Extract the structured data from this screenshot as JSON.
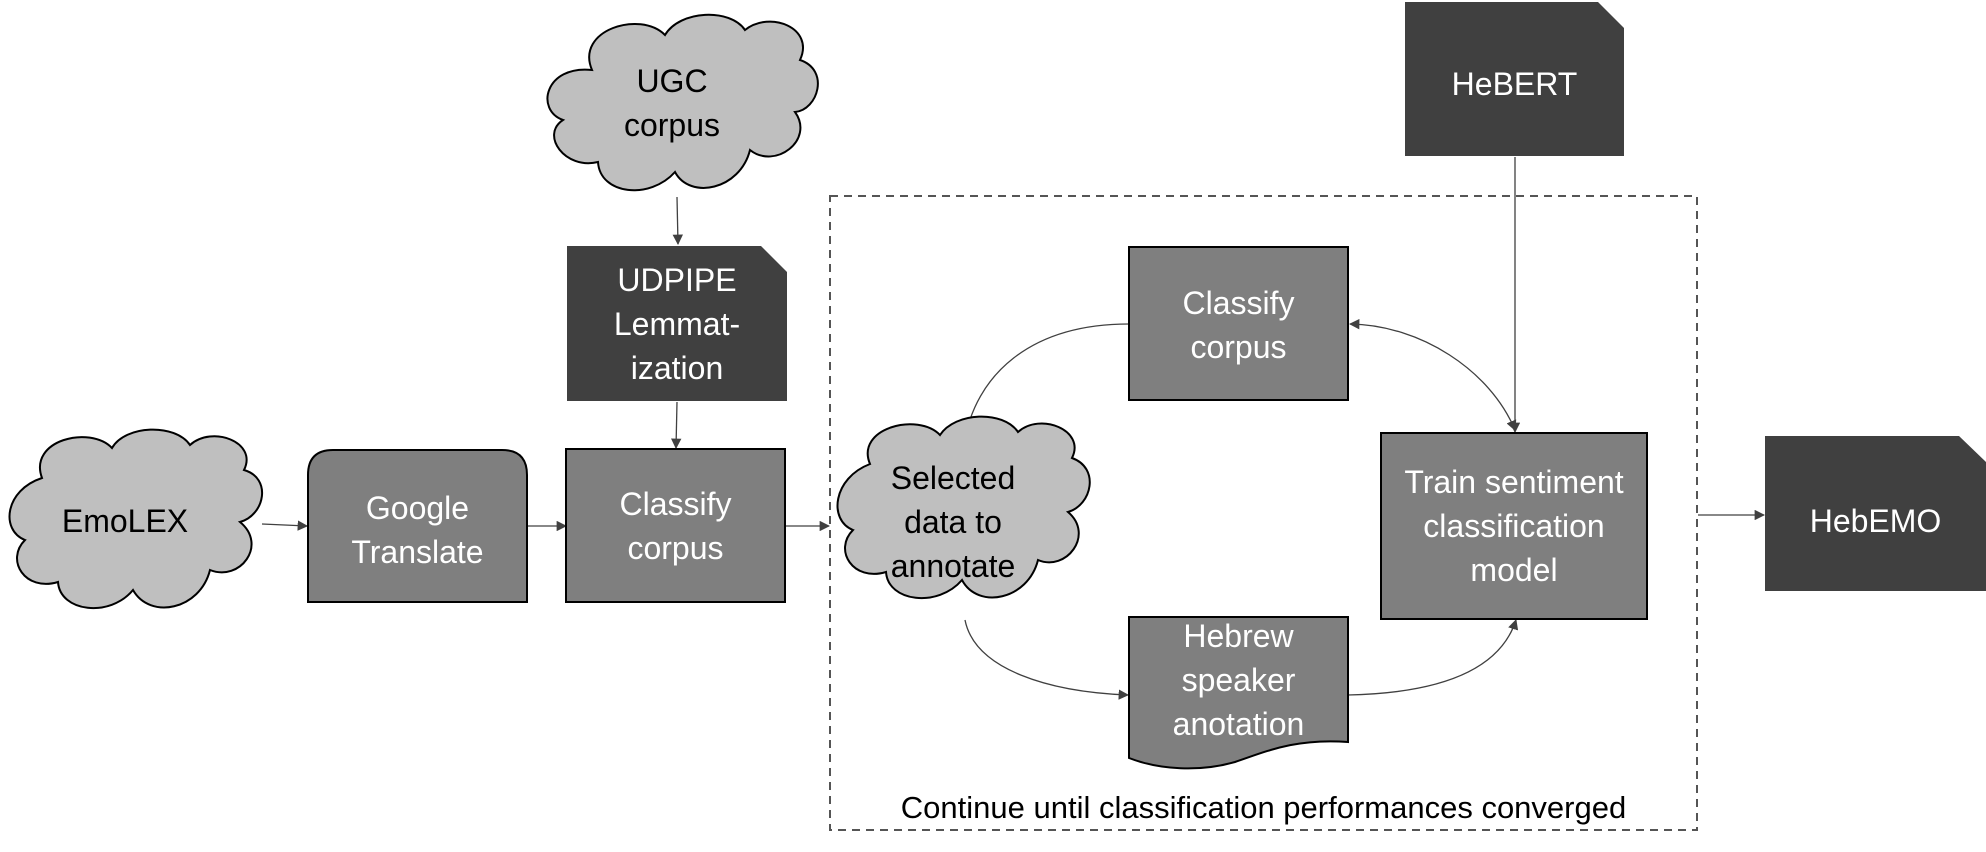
{
  "colors": {
    "cloud_fill": "#bfbfbf",
    "process_fill": "#7f7f7f",
    "tool_fill": "#404040",
    "connector": "#404040",
    "loop_border": "#555555"
  },
  "nodes": {
    "ugc": {
      "label": "UGC\ncorpus",
      "icon": "cloud"
    },
    "udpipe": {
      "label": "UDPIPE\nLemmat-\nization",
      "icon": "folded-card"
    },
    "hebert": {
      "label": "HeBERT",
      "icon": "folded-card"
    },
    "emolex": {
      "label": "EmoLEX",
      "icon": "cloud"
    },
    "google": {
      "label": "Google\nTranslate",
      "icon": "rounded-top-box"
    },
    "classify1": {
      "label": "Classify\ncorpus",
      "icon": "box"
    },
    "selected": {
      "label": "Selected\ndata to\nannotate",
      "icon": "cloud"
    },
    "classify2": {
      "label": "Classify\ncorpus",
      "icon": "box"
    },
    "train": {
      "label": "Train sentiment\nclassification\nmodel",
      "icon": "box"
    },
    "hebrew": {
      "label": "Hebrew\nspeaker\nanotation",
      "icon": "document"
    },
    "hebemo": {
      "label": "HebEMO",
      "icon": "folded-card"
    }
  },
  "loop": {
    "caption": "Continue until classification performances converged"
  }
}
